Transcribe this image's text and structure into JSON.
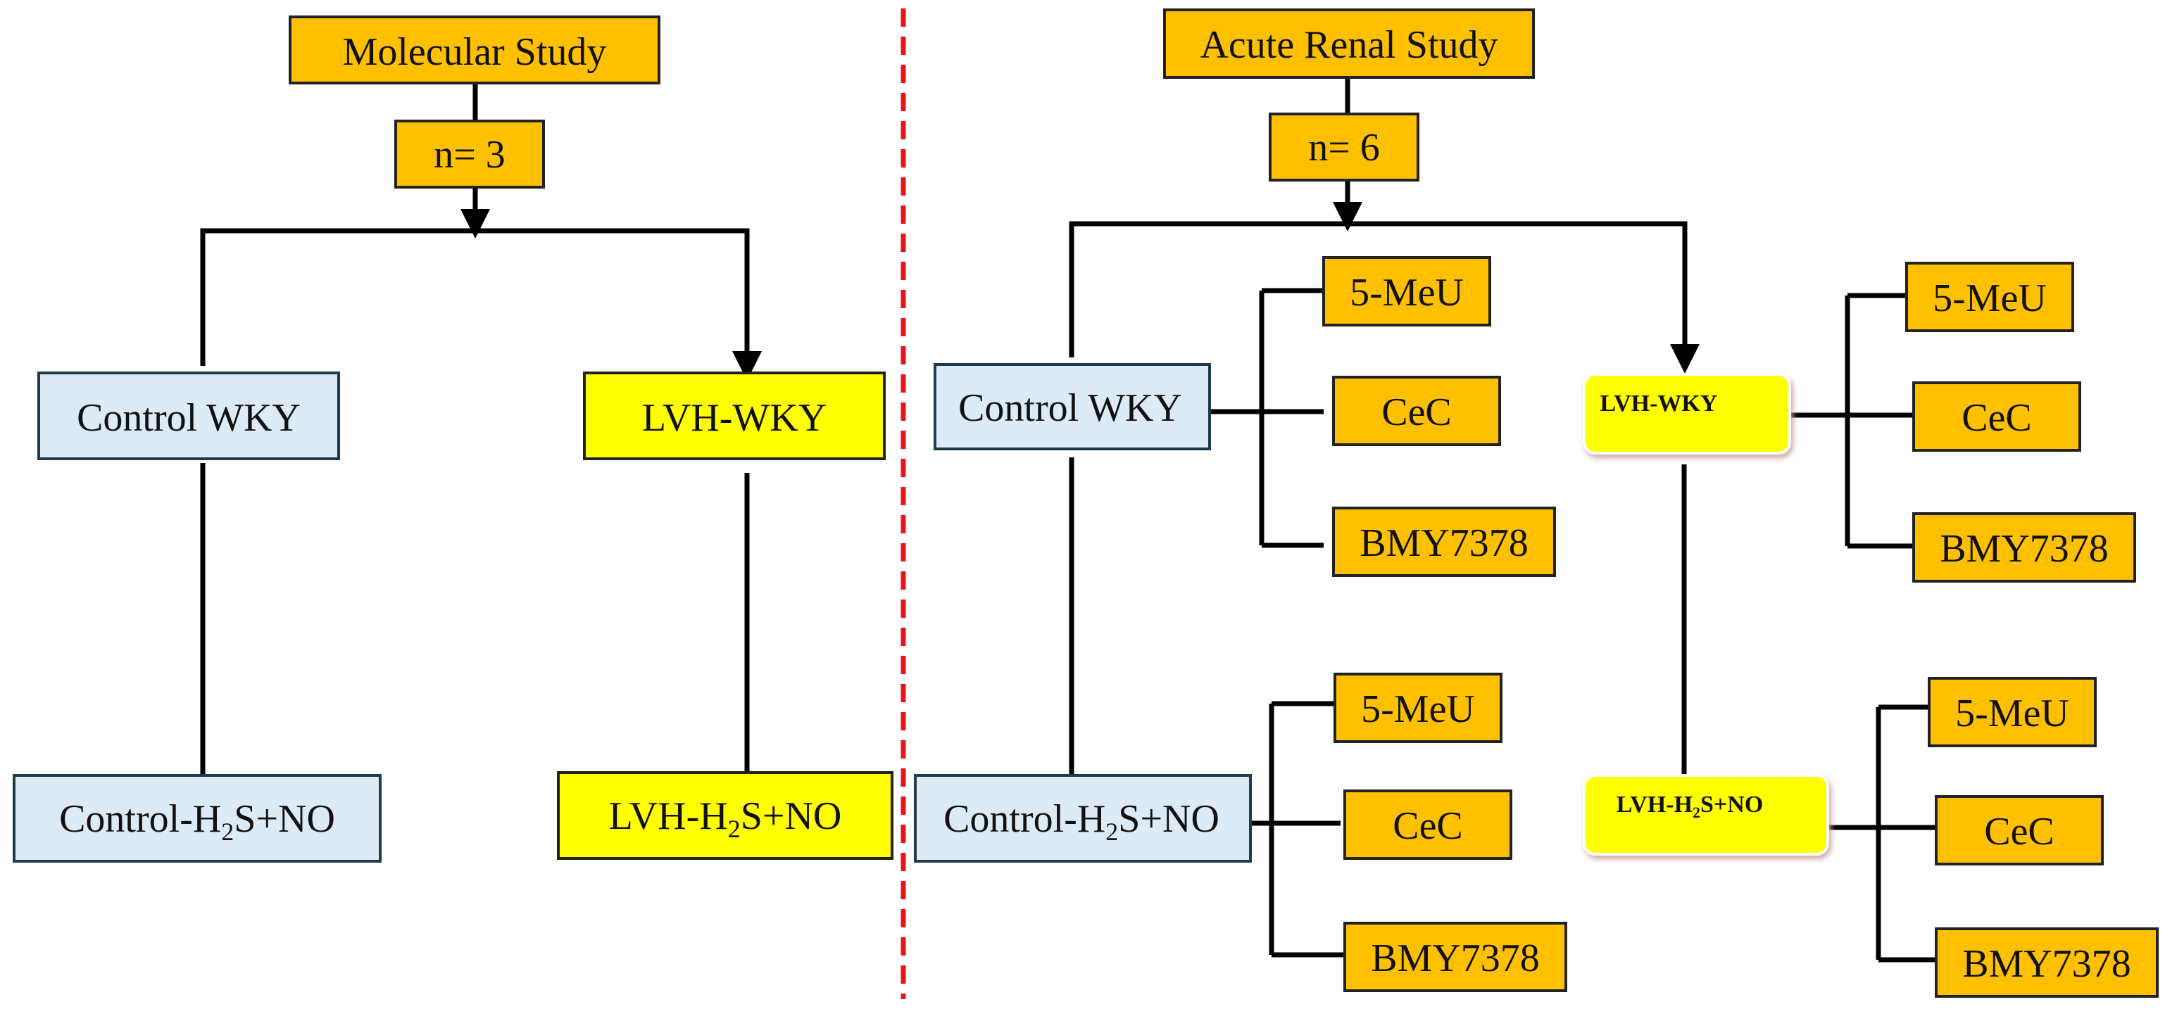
{
  "colors": {
    "orange": "#FFC000",
    "yellow": "#FFFF00",
    "light_blue": "#DDEBF7",
    "divider_red": "#E8141B"
  },
  "molecular": {
    "title": "Molecular Study",
    "n_label": "n= 3",
    "control": "Control WKY",
    "lvh": "LVH-WKY",
    "control_treated_prefix": "Control-H",
    "control_treated_sub": "2",
    "control_treated_suffix": "S+NO",
    "lvh_treated_prefix": "LVH-H",
    "lvh_treated_sub": "2",
    "lvh_treated_suffix": "S+NO"
  },
  "acute": {
    "title": "Acute Renal Study",
    "n_label": "n= 6",
    "control": "Control WKY",
    "lvh": "LVH-WKY",
    "control_treated_prefix": "Control-H",
    "control_treated_sub": "2",
    "control_treated_suffix": "S+NO",
    "lvh_treated_prefix": "LVH-H",
    "lvh_treated_sub": "2",
    "lvh_treated_suffix": "S+NO",
    "drugs": {
      "control": [
        "5-MeU",
        "CeC",
        "BMY7378"
      ],
      "lvh": [
        "5-MeU",
        "CeC",
        "BMY7378"
      ],
      "control_treated": [
        "5-MeU",
        "CeC",
        "BMY7378"
      ],
      "lvh_treated": [
        "5-MeU",
        "CeC",
        "BMY7378"
      ]
    }
  }
}
